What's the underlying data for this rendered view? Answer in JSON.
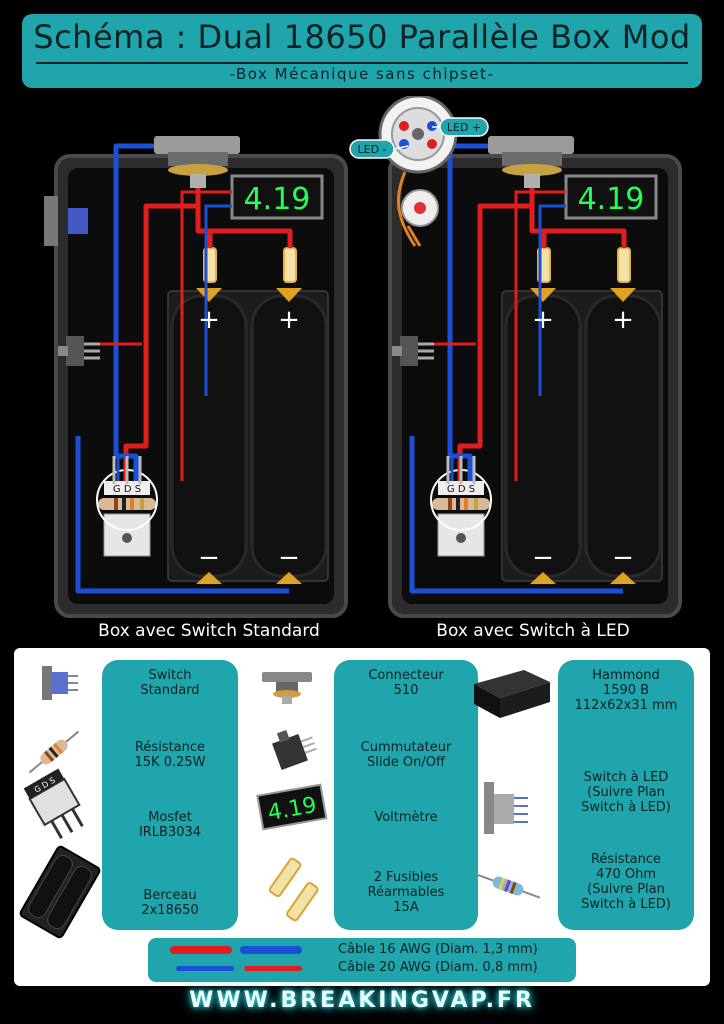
{
  "header": {
    "title": "Schéma : Dual 18650 Parallèle Box Mod",
    "subtitle": "-Box Mécanique sans chipset-"
  },
  "diagrams": [
    {
      "caption": "Box avec Switch Standard",
      "voltmeter": "4.19",
      "mosfet_pins": "G D S"
    },
    {
      "caption": "Box avec Switch à LED",
      "voltmeter": "4.19",
      "mosfet_pins": "G D S",
      "led_plus": "LED +",
      "led_minus": "LED -"
    }
  ],
  "battery_symbols": {
    "plus": "+",
    "minus": "−"
  },
  "watermark": "BREAKINGVAP.FR",
  "legend": {
    "card1": [
      "Switch\nStandard",
      "Résistance\n15K 0.25W",
      "Mosfet\nIRLB3034",
      "Berceau\n2x18650"
    ],
    "card2": [
      "Connecteur\n510",
      "Cummutateur\nSlide On/Off",
      "Voltmètre",
      "2 Fusibles\nRéarmables\n15A"
    ],
    "card3": [
      "Hammond\n1590 B\n112x62x31 mm",
      "Switch à LED\n(Suivre Plan\nSwitch à LED)",
      "Résistance\n470 Ohm\n(Suivre Plan\nSwitch à LED)"
    ],
    "voltmeter_icon": "4.19",
    "mosfet_icon_pins": "G D S"
  },
  "cables": {
    "line1": "Câble 16 AWG (Diam. 1,3 mm)",
    "line2": "Câble 20 AWG (Diam. 0,8 mm)"
  },
  "footer": "WWW.BREAKINGVAP.FR",
  "colors": {
    "accent": "#1fa5ab",
    "wire_red": "#e01e1e",
    "wire_blue": "#1b4fd6",
    "display_green": "#22ff55"
  }
}
